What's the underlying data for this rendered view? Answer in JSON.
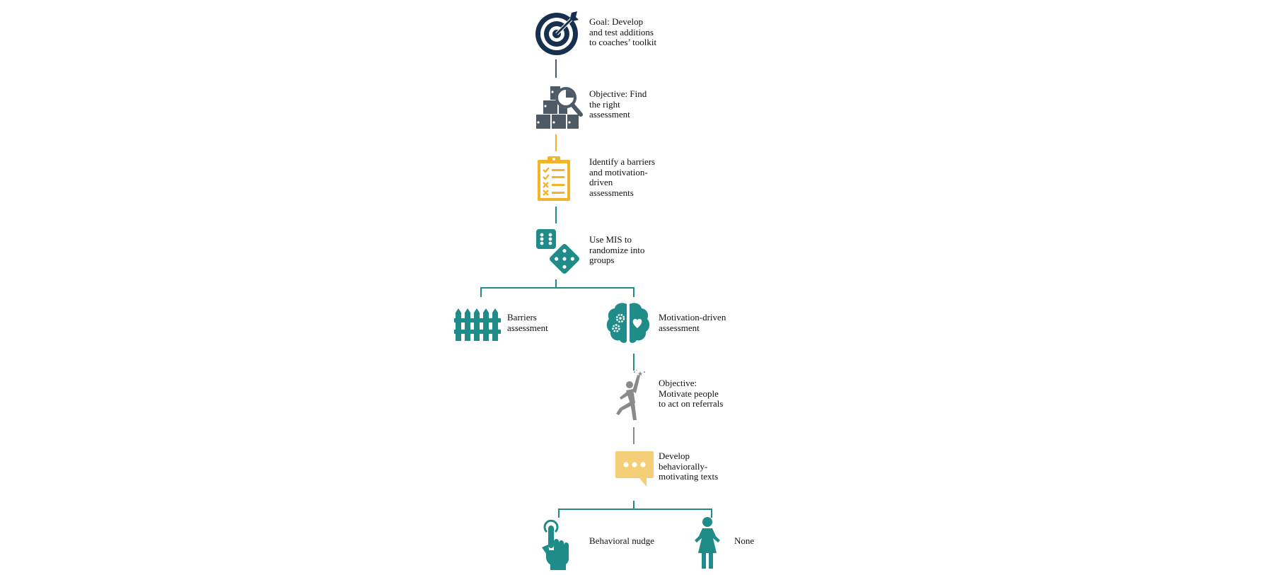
{
  "colors": {
    "navy": "#16304d",
    "slate": "#4d5965",
    "gold": "#f2b42a",
    "teal": "#1f8c8a",
    "gray": "#8a8a8a",
    "lightgold": "#f5cf78"
  },
  "steps": {
    "goal": "Goal:  Develop\nand test additions\nto coaches’ toolkit",
    "objective_assessment": "Objective:  Find\nthe right\nassessment",
    "identify": "Identify  a barriers\nand motivation-\ndriven\nassessments",
    "randomize": "Use MIS to\nrandomize into\ngroups",
    "barriers": "Barriers\nassessment",
    "motivation": "Motivation-driven\nassessment",
    "objective_motivate": "Objective:\nMotivate people\nto act on referrals",
    "develop": "Develop\nbehaviorally-\nmotivating  texts",
    "nudge": "Behavioral nudge",
    "none": "None"
  },
  "icons": {
    "goal": "target-icon",
    "objective_assessment": "boxes-magnifier-icon",
    "identify": "checklist-clipboard-icon",
    "randomize": "dice-icon",
    "barriers": "fence-icon",
    "motivation": "brain-icon",
    "objective_motivate": "reaching-person-icon",
    "develop": "speech-bubble-icon",
    "nudge": "tapping-hand-icon",
    "none": "standing-woman-icon"
  }
}
